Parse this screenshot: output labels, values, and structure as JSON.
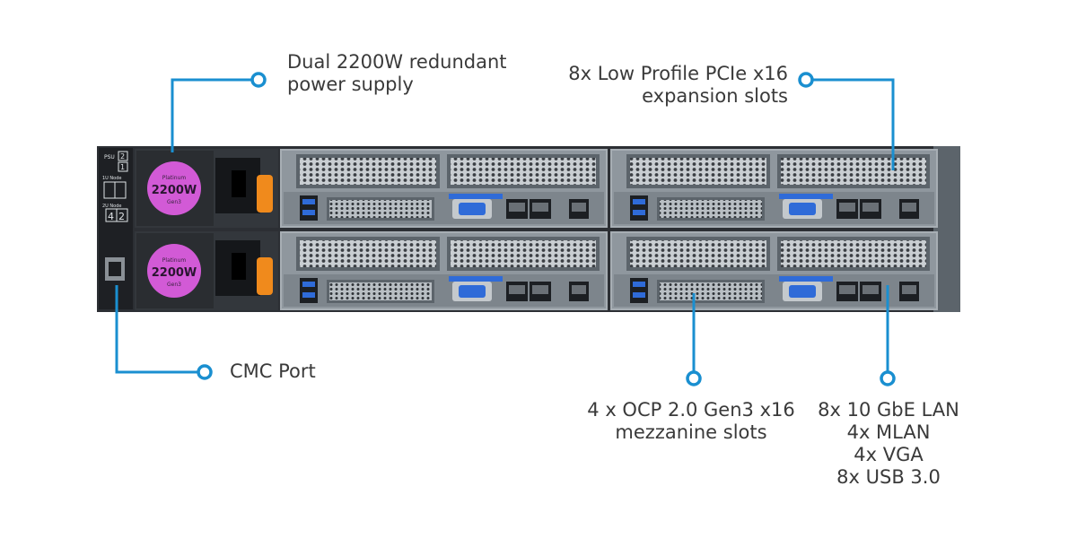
{
  "colors": {
    "callout": "#1a8fd0",
    "chassis": "#2c2f34",
    "bay": "#9aa2a8",
    "psu_badge": "#d25ad6",
    "handle": "#f08a1c",
    "port_blue": "#2f6bd8"
  },
  "callouts": {
    "psu": {
      "line1": "Dual 2200W redundant",
      "line2": "power supply"
    },
    "pcie": {
      "line1": "8x Low Profile PCIe x16",
      "line2": "expansion slots"
    },
    "cmc": {
      "line1": "CMC Port"
    },
    "ocp": {
      "line1": "4 x OCP 2.0 Gen3 x16",
      "line2": "mezzanine slots"
    },
    "io": {
      "line1": "8x 10 GbE LAN",
      "line2": "4x MLAN",
      "line3": "4x VGA",
      "line4": "8x USB 3.0"
    }
  },
  "server": {
    "psu_badge_top": "Platinum",
    "psu_badge_main": "2200W",
    "psu_badge_bottom": "Gen3",
    "psu_label": "PSU",
    "psu_num_1": "2",
    "psu_num_2": "1",
    "node_label_1": "1U Node",
    "node_label_2": "2U Node",
    "node_num_a": "4",
    "node_num_b": "2"
  }
}
